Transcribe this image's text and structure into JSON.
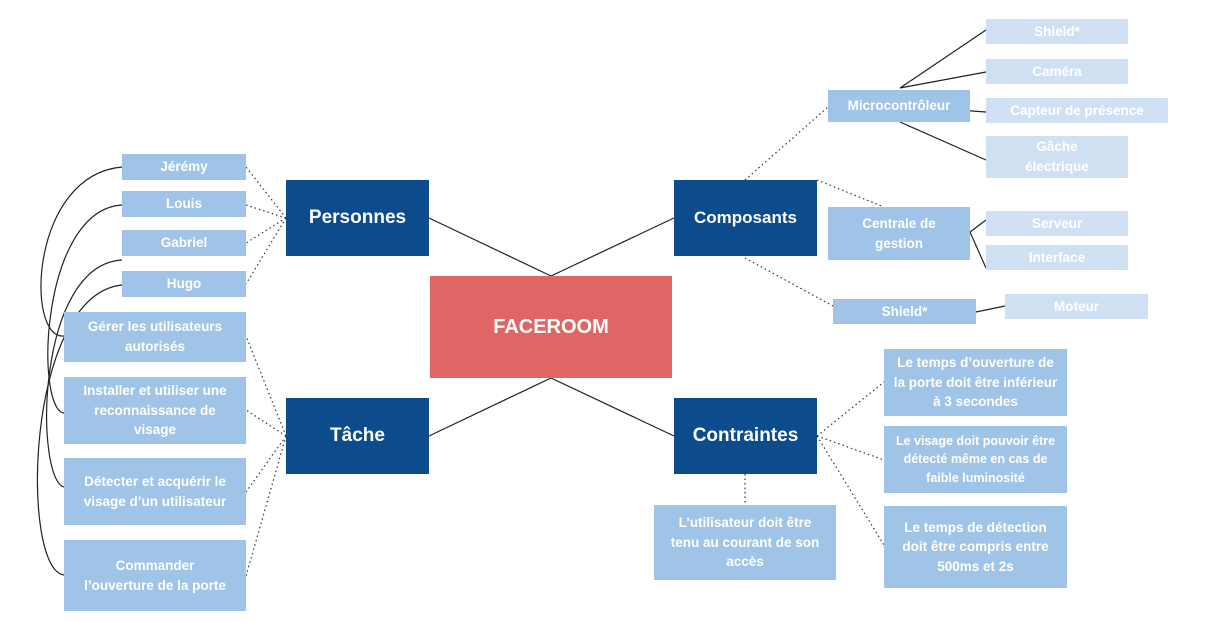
{
  "center": "FACEROOM",
  "personnes": {
    "title": "Personnes",
    "members": [
      "Jérémy",
      "Louis",
      "Gabriel",
      "Hugo"
    ]
  },
  "tache": {
    "title": "Tâche",
    "items": [
      "Gérer les utilisateurs autorisés",
      "Installer et utiliser une reconnaissance de visage",
      "Détecter et acquérir le visage d’un utilisateur",
      "Commander l’ouverture de la porte"
    ]
  },
  "composants": {
    "title": "Composants",
    "microcontroleur": {
      "label": "Microcontrôleur",
      "items": [
        "Shield*",
        "Caméra",
        "Capteur de présence",
        "Gâche électrique"
      ]
    },
    "centrale": {
      "label": "Centrale de gestion",
      "items": [
        "Serveur",
        "Interface"
      ]
    },
    "shield": {
      "label": "Shield*",
      "items": [
        "Moteur"
      ]
    }
  },
  "contraintes": {
    "title": "Contraintes",
    "items": [
      "Le temps d’ouverture de la porte doit être inférieur à 3 secondes",
      "Le visage doit pouvoir être détecté même en cas de faible luminosité",
      "Le temps de détection doit être compris entre 500ms et 2s",
      "L’utilisateur doit être tenu au courant de son accès"
    ]
  },
  "colors": {
    "center": "#e06666",
    "main": "#0d4c8c",
    "sub": "#a0c3e8",
    "leaf": "#cfe0f3"
  }
}
